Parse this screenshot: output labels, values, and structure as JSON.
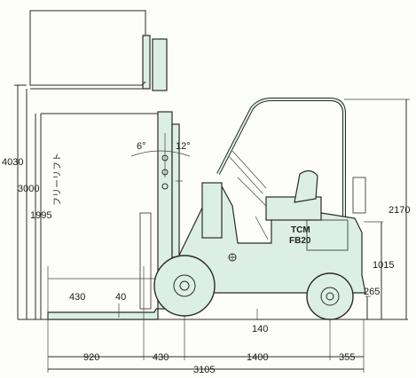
{
  "brand": {
    "line1": "TCM",
    "line2": "FB20"
  },
  "mast_label": "フリーリフト",
  "angles": {
    "forward": "6°",
    "backward": "12°"
  },
  "dimensions": {
    "overall_max_height": "4030",
    "lift_height": "3000",
    "mast_lowered_height": "1995",
    "overhead_guard_height": "2170",
    "seat_height": "1015",
    "step_height": "265",
    "fork_length": "430",
    "fork_thickness": "40",
    "ground_clearance": "140",
    "front_overhang_fork": "920",
    "front_overhang": "430",
    "wheelbase": "1400",
    "rear_overhang": "355",
    "overall_length": "3105"
  },
  "colors": {
    "body": "#dcefe6",
    "line": "#2a2a2a"
  }
}
